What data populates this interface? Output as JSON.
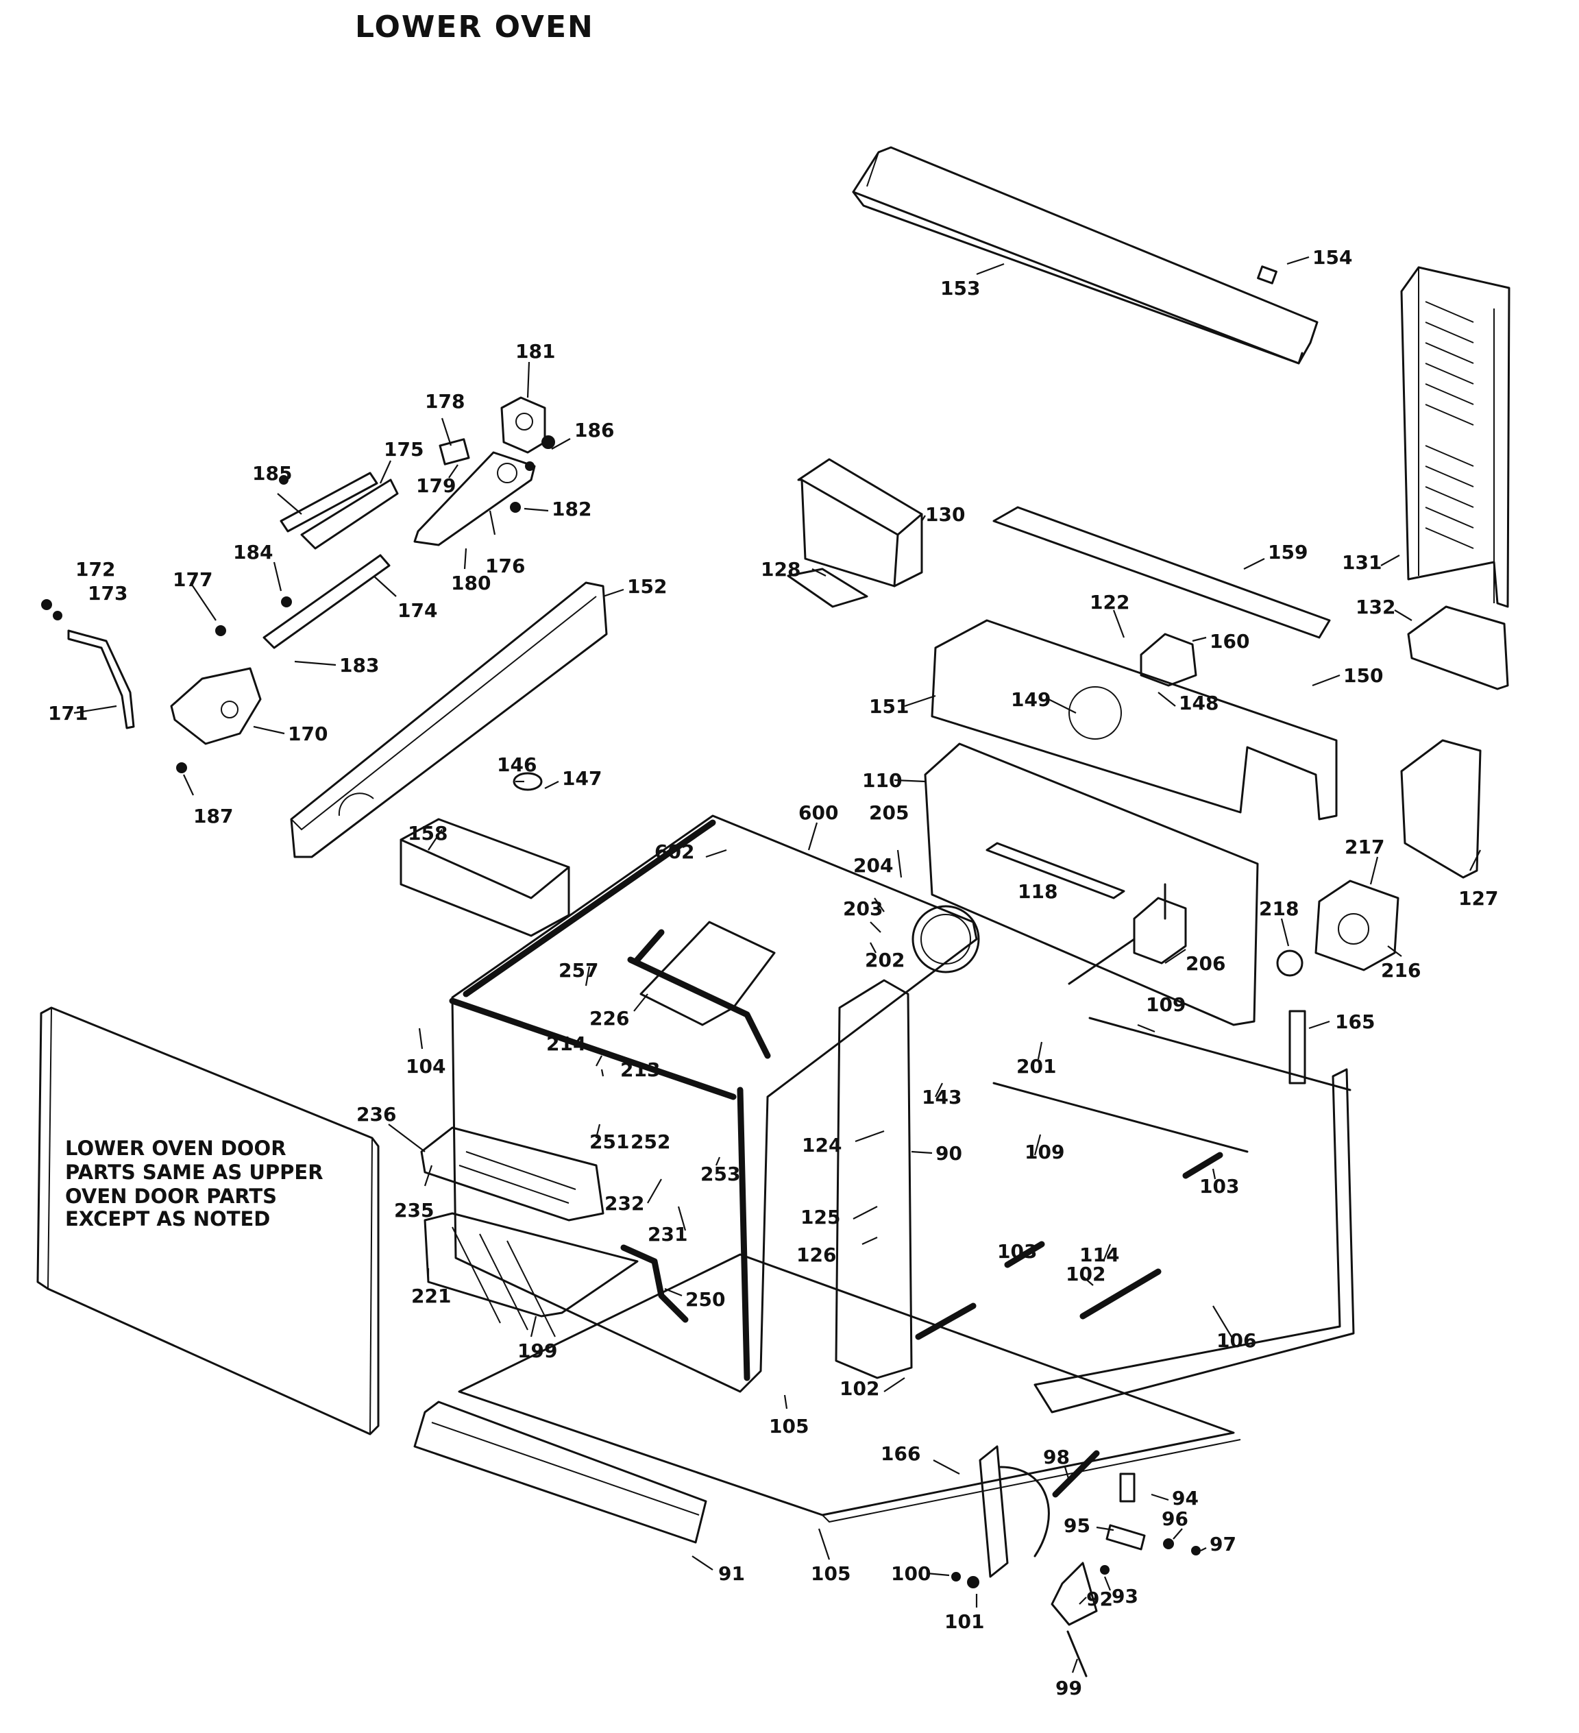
{
  "title": "LOWER OVEN",
  "note": [
    "LOWER OVEN DOOR",
    "PARTS SAME AS UPPER",
    "OVEN DOOR PARTS",
    "EXCEPT AS NOTED"
  ],
  "callouts": [
    {
      "id": "c153",
      "text": "153"
    },
    {
      "id": "c154",
      "text": "154"
    },
    {
      "id": "c131",
      "text": "131"
    },
    {
      "id": "c132",
      "text": "132"
    },
    {
      "id": "c181",
      "text": "181"
    },
    {
      "id": "c178",
      "text": "178"
    },
    {
      "id": "c186",
      "text": "186"
    },
    {
      "id": "c175",
      "text": "175"
    },
    {
      "id": "c185",
      "text": "185"
    },
    {
      "id": "c179",
      "text": "179"
    },
    {
      "id": "c182",
      "text": "182"
    },
    {
      "id": "c180",
      "text": "180"
    },
    {
      "id": "c176",
      "text": "176"
    },
    {
      "id": "c174",
      "text": "174"
    },
    {
      "id": "c184",
      "text": "184"
    },
    {
      "id": "c177",
      "text": "177"
    },
    {
      "id": "c172",
      "text": "172"
    },
    {
      "id": "c173",
      "text": "173"
    },
    {
      "id": "c152",
      "text": "152"
    },
    {
      "id": "c183",
      "text": "183"
    },
    {
      "id": "c171",
      "text": "171"
    },
    {
      "id": "c170",
      "text": "170"
    },
    {
      "id": "c187",
      "text": "187"
    },
    {
      "id": "c130",
      "text": "130"
    },
    {
      "id": "c128",
      "text": "128"
    },
    {
      "id": "c159",
      "text": "159"
    },
    {
      "id": "c122",
      "text": "122"
    },
    {
      "id": "c160",
      "text": "160"
    },
    {
      "id": "c150",
      "text": "150"
    },
    {
      "id": "c151",
      "text": "151"
    },
    {
      "id": "c149",
      "text": "149"
    },
    {
      "id": "c148",
      "text": "148"
    },
    {
      "id": "c146",
      "text": "146"
    },
    {
      "id": "c147",
      "text": "147"
    },
    {
      "id": "c110",
      "text": "110"
    },
    {
      "id": "c217",
      "text": "217"
    },
    {
      "id": "c127",
      "text": "127"
    },
    {
      "id": "c158",
      "text": "158"
    },
    {
      "id": "c600",
      "text": "600"
    },
    {
      "id": "c205",
      "text": "205"
    },
    {
      "id": "c602",
      "text": "602"
    },
    {
      "id": "c204",
      "text": "204"
    },
    {
      "id": "c118",
      "text": "118"
    },
    {
      "id": "c203",
      "text": "203"
    },
    {
      "id": "c202",
      "text": "202"
    },
    {
      "id": "c218",
      "text": "218"
    },
    {
      "id": "c206",
      "text": "206"
    },
    {
      "id": "c216",
      "text": "216"
    },
    {
      "id": "c257",
      "text": "257"
    },
    {
      "id": "c226",
      "text": "226"
    },
    {
      "id": "c109a",
      "text": "109"
    },
    {
      "id": "c165",
      "text": "165"
    },
    {
      "id": "c104",
      "text": "104"
    },
    {
      "id": "c214",
      "text": "214"
    },
    {
      "id": "c213",
      "text": "213"
    },
    {
      "id": "c201",
      "text": "201"
    },
    {
      "id": "c143",
      "text": "143"
    },
    {
      "id": "c236",
      "text": "236"
    },
    {
      "id": "c251",
      "text": "251"
    },
    {
      "id": "c252",
      "text": "252"
    },
    {
      "id": "c124",
      "text": "124"
    },
    {
      "id": "c90",
      "text": "90"
    },
    {
      "id": "c109b",
      "text": "109"
    },
    {
      "id": "c253",
      "text": "253"
    },
    {
      "id": "c103a",
      "text": "103"
    },
    {
      "id": "c235",
      "text": "235"
    },
    {
      "id": "c232",
      "text": "232"
    },
    {
      "id": "c231",
      "text": "231"
    },
    {
      "id": "c125",
      "text": "125"
    },
    {
      "id": "c126",
      "text": "126"
    },
    {
      "id": "c103b",
      "text": "103"
    },
    {
      "id": "c114",
      "text": "114"
    },
    {
      "id": "c102a",
      "text": "102"
    },
    {
      "id": "c221",
      "text": "221"
    },
    {
      "id": "c250",
      "text": "250"
    },
    {
      "id": "c106",
      "text": "106"
    },
    {
      "id": "c199",
      "text": "199"
    },
    {
      "id": "c102b",
      "text": "102"
    },
    {
      "id": "c105a",
      "text": "105"
    },
    {
      "id": "c166",
      "text": "166"
    },
    {
      "id": "c98",
      "text": "98"
    },
    {
      "id": "c94",
      "text": "94"
    },
    {
      "id": "c95",
      "text": "95"
    },
    {
      "id": "c96",
      "text": "96"
    },
    {
      "id": "c97",
      "text": "97"
    },
    {
      "id": "c91",
      "text": "91"
    },
    {
      "id": "c105b",
      "text": "105"
    },
    {
      "id": "c100",
      "text": "100"
    },
    {
      "id": "c93",
      "text": "93"
    },
    {
      "id": "c92",
      "text": "92"
    },
    {
      "id": "c101",
      "text": "101"
    },
    {
      "id": "c99",
      "text": "99"
    }
  ]
}
